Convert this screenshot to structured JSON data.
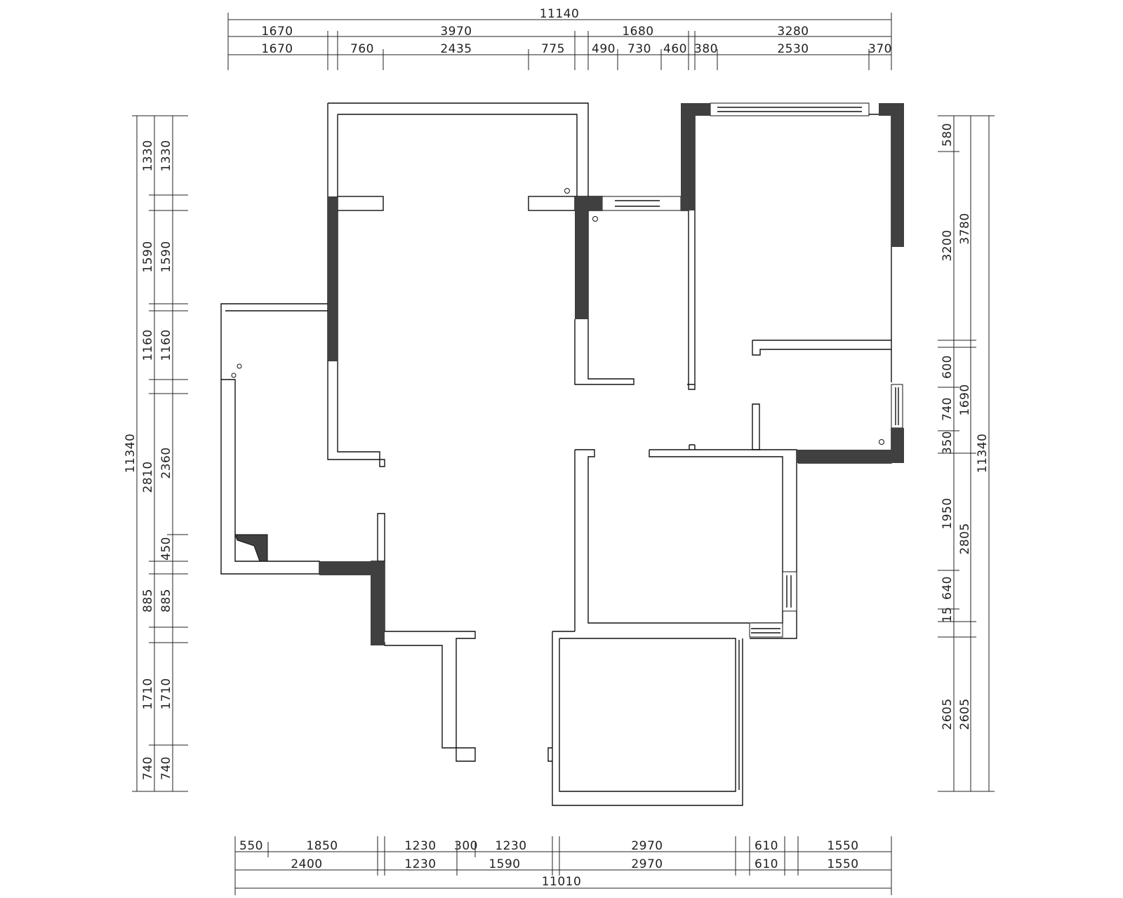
{
  "colors": {
    "line": "#111111",
    "structural_wall": "#404040",
    "background": "#ffffff"
  },
  "dimensions": {
    "top": {
      "total": "11140",
      "row1": [
        "1670",
        "3970",
        "1680",
        "3280"
      ],
      "row2": [
        "1670",
        "760",
        "2435",
        "775",
        "490",
        "730",
        "460",
        "380",
        "2530",
        "370"
      ]
    },
    "bottom": {
      "row1": [
        "550",
        "1850",
        "1230",
        "300",
        "1230",
        "2970",
        "610",
        "1550"
      ],
      "row2": [
        "2400",
        "1230",
        "1590",
        "2970",
        "610",
        "1550"
      ],
      "total": "11010"
    },
    "left": {
      "total": "11340",
      "outer": [
        "1330",
        "1590",
        "1160",
        "2810",
        "885",
        "1710",
        "740"
      ],
      "inner": [
        "1330",
        "1590",
        "1160",
        "2360",
        "450",
        "885",
        "1710",
        "740"
      ]
    },
    "right": {
      "total": "11340",
      "inner": [
        "580",
        "3200",
        "600",
        "740",
        "350",
        "1950",
        "640",
        "15",
        "2605"
      ],
      "outer": [
        "3780",
        "1690",
        "2805",
        "2605"
      ]
    }
  }
}
